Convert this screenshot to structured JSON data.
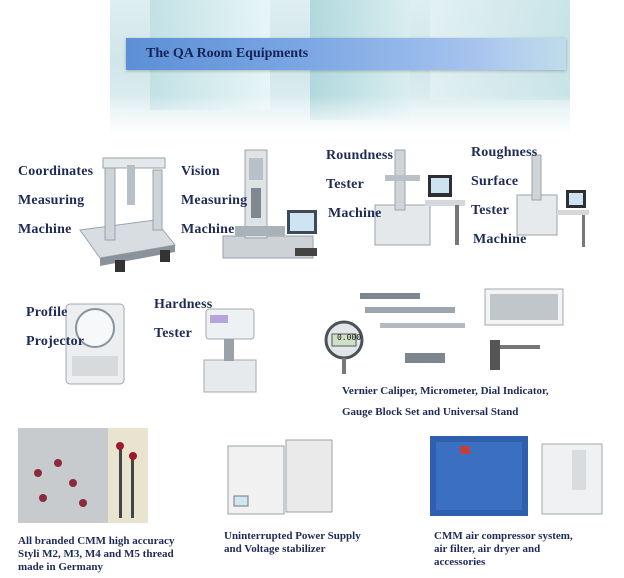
{
  "header": {
    "title": "The QA Room Equipments"
  },
  "equipment": {
    "cmm": [
      "Coordinates",
      "Measuring",
      "Machine"
    ],
    "vision": [
      "Vision",
      "Measuring",
      "Machine"
    ],
    "roundness": [
      "Roundness",
      "Tester",
      "Machine"
    ],
    "roughness": [
      "Roughness",
      "Surface",
      "Tester",
      "Machine"
    ],
    "profile": [
      "Profile",
      "Projector"
    ],
    "hardness": [
      "Hardness",
      "Tester"
    ]
  },
  "captions": {
    "gauges": [
      "Vernier Caliper, Micrometer, Dial Indicator,",
      "Gauge Block Set and Universal Stand"
    ],
    "styli": [
      "All branded CMM high accuracy",
      "Styli M2, M3, M4 and M5 thread",
      "made in Germany"
    ],
    "ups": [
      "Uninterrupted Power Supply",
      "and Voltage stabilizer"
    ],
    "compressor": [
      "CMM air compressor system,",
      "air filter, air dryer and",
      "accessories"
    ]
  },
  "dial_reading": "0.000"
}
